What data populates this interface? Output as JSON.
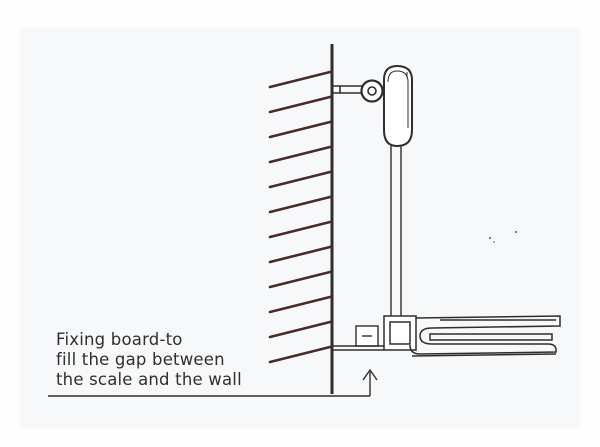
{
  "caption": {
    "lines": [
      "Fixing board-to",
      "fill the gap between",
      "the scale and the wall"
    ]
  },
  "colors": {
    "ink": "#2e2e2e",
    "wall_hatch": "#4a2a2a",
    "background": "#fdfdfd"
  }
}
